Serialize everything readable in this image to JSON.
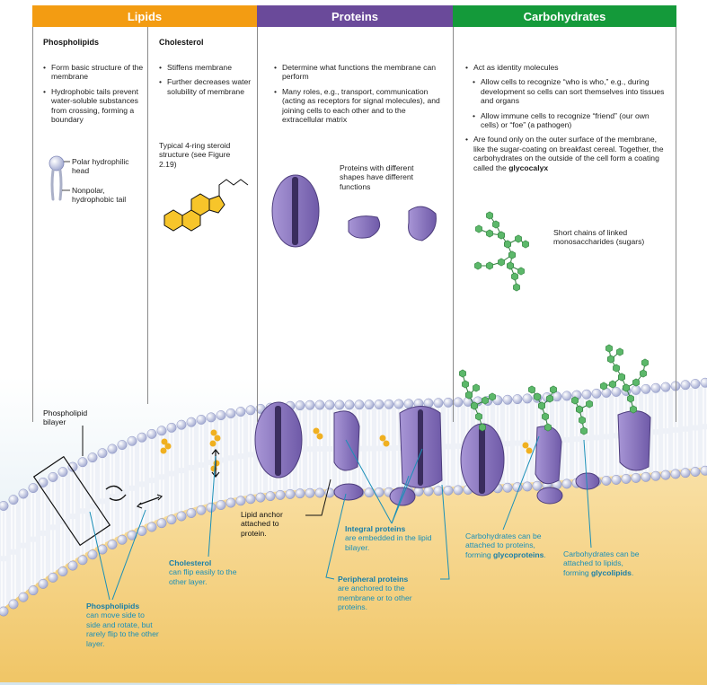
{
  "headers": {
    "lipids": {
      "title": "Lipids",
      "color": "#f39c12"
    },
    "proteins": {
      "title": "Proteins",
      "color": "#6a4a9a"
    },
    "carbohydrates": {
      "title": "Carbohydrates",
      "color": "#149a3a"
    }
  },
  "phospholipids": {
    "title": "Phospholipids",
    "bullets": [
      "Form basic structure of the membrane",
      "Hydrophobic tails prevent water-soluble substances from crossing, forming a boundary"
    ],
    "head_label": "Polar hydrophilic head",
    "tail_label": "Nonpolar, hydrophobic tail"
  },
  "cholesterol": {
    "title": "Cholesterol",
    "bullets": [
      "Stiffens membrane",
      "Further decreases water solubility of membrane"
    ],
    "structure_text": "Typical 4-ring steroid structure (see Figure 2.19)"
  },
  "proteins": {
    "bullets": [
      "Determine what functions the membrane can perform",
      "Many roles, e.g., transport, communication (acting as receptors for signal molecules), and joining cells to each other and to the extracellular matrix"
    ],
    "shapes_text": "Proteins with different shapes have different functions"
  },
  "carbohydrates": {
    "bullets": [
      {
        "text": "Act as identity molecules",
        "indent": false
      },
      {
        "text": "Allow cells to recognize “who is who,” e.g., during development so cells can sort themselves into tissues and organs",
        "indent": true
      },
      {
        "text": "Allow immune cells to recognize “friend” (our own cells) or “foe” (a pathogen)",
        "indent": true
      }
    ],
    "surface_text": "Are found only on the outer surface of the membrane, like the sugar-coating on breakfast cereal. Together, the carbohydrates on the outside of the cell form a coating called the ",
    "surface_bold": "glycocalyx",
    "chains_text": "Short chains of linked monosaccharides (sugars)"
  },
  "membrane_labels": {
    "bilayer": "Phospholipid bilayer",
    "lipid_anchor": "Lipid anchor attached to protein.",
    "phospholipids_bold": "Phospholipids",
    "phospholipids_text": "can move side to side and rotate, but rarely flip to the other layer.",
    "cholesterol_bold": "Cholesterol",
    "cholesterol_text": "can flip easily to the other layer.",
    "integral_bold": "Integral proteins",
    "integral_text": "are embedded in the lipid bilayer.",
    "peripheral_bold": "Peripheral proteins",
    "peripheral_text": "are anchored to the membrane or to other proteins.",
    "glycoproteins_text": "Carbohydrates can be attached to proteins, forming ",
    "glycoproteins_bold": "glycoproteins",
    "glycolipids_text": "Carbohydrates can be attached to lipids, forming ",
    "glycolipids_bold": "glycolipids"
  },
  "colors": {
    "protein": "#8f7bc4",
    "protein_dark": "#3a2d5e",
    "sugar": "#5cb86a",
    "head": "#c8cde6",
    "cholesterol": "#f0b020",
    "label_blue": "#1a8fb8",
    "cytoplasm": "#f3cf7a",
    "extracellular": "#d9e8ef"
  }
}
